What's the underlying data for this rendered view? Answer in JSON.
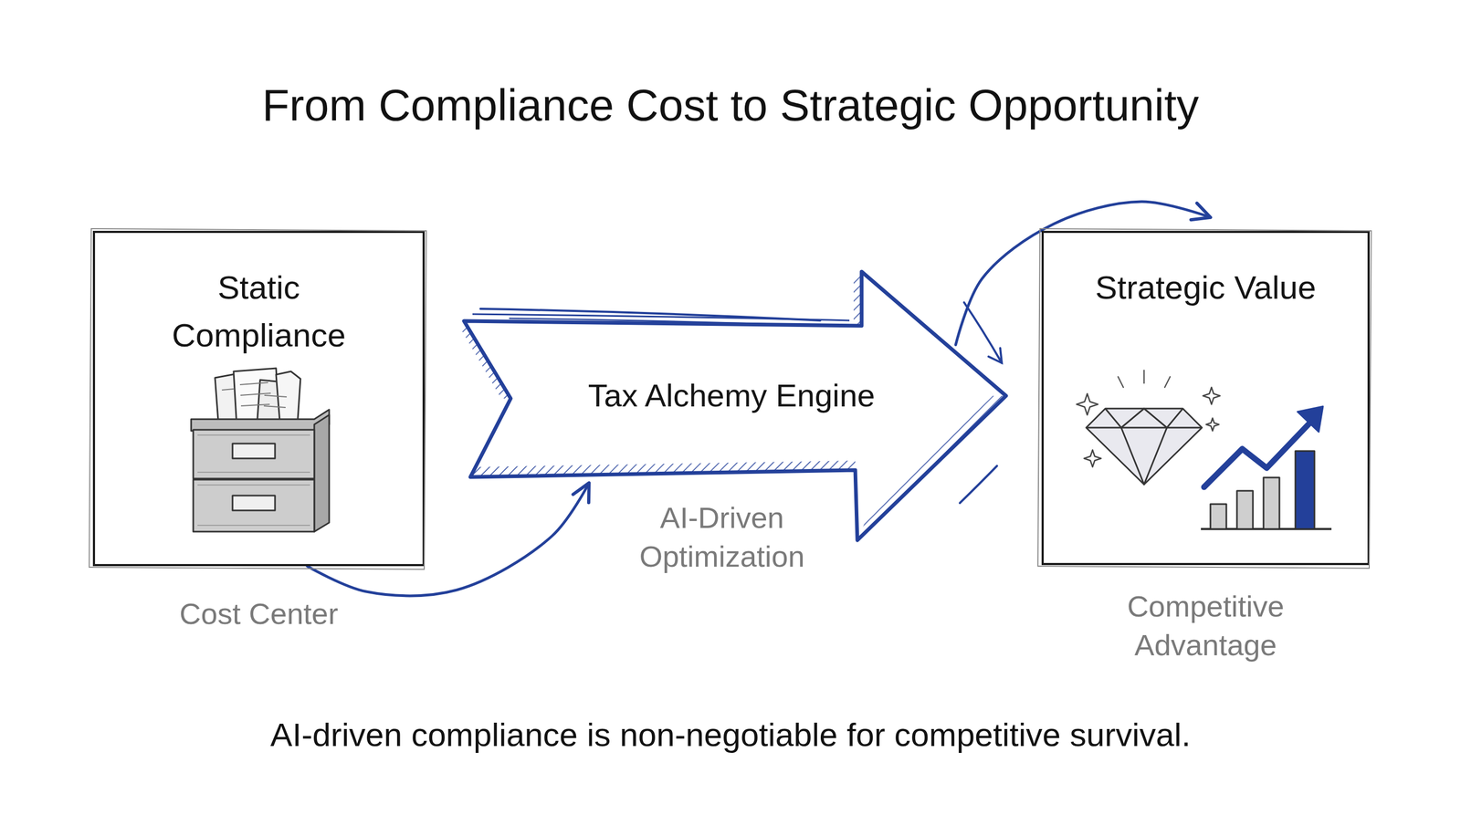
{
  "diagram": {
    "title": "From Compliance Cost to Strategic Opportunity",
    "caption": "AI-driven compliance is non-negotiable for competitive survival.",
    "nodes": [
      {
        "text": [
          "Static Compliance",
          "Cost Center"
        ]
      },
      {
        "text": [
          "Tax Alchemy Engine",
          "AI-Driven Optimization"
        ]
      },
      {
        "text": [
          "Strategic Value",
          "Competitive Advantage"
        ]
      }
    ],
    "edges": [
      {
        "from": 0,
        "to": 1,
        "arrow": "to"
      },
      {
        "from": 1,
        "to": 2,
        "arrow": "to"
      }
    ]
  }
}
